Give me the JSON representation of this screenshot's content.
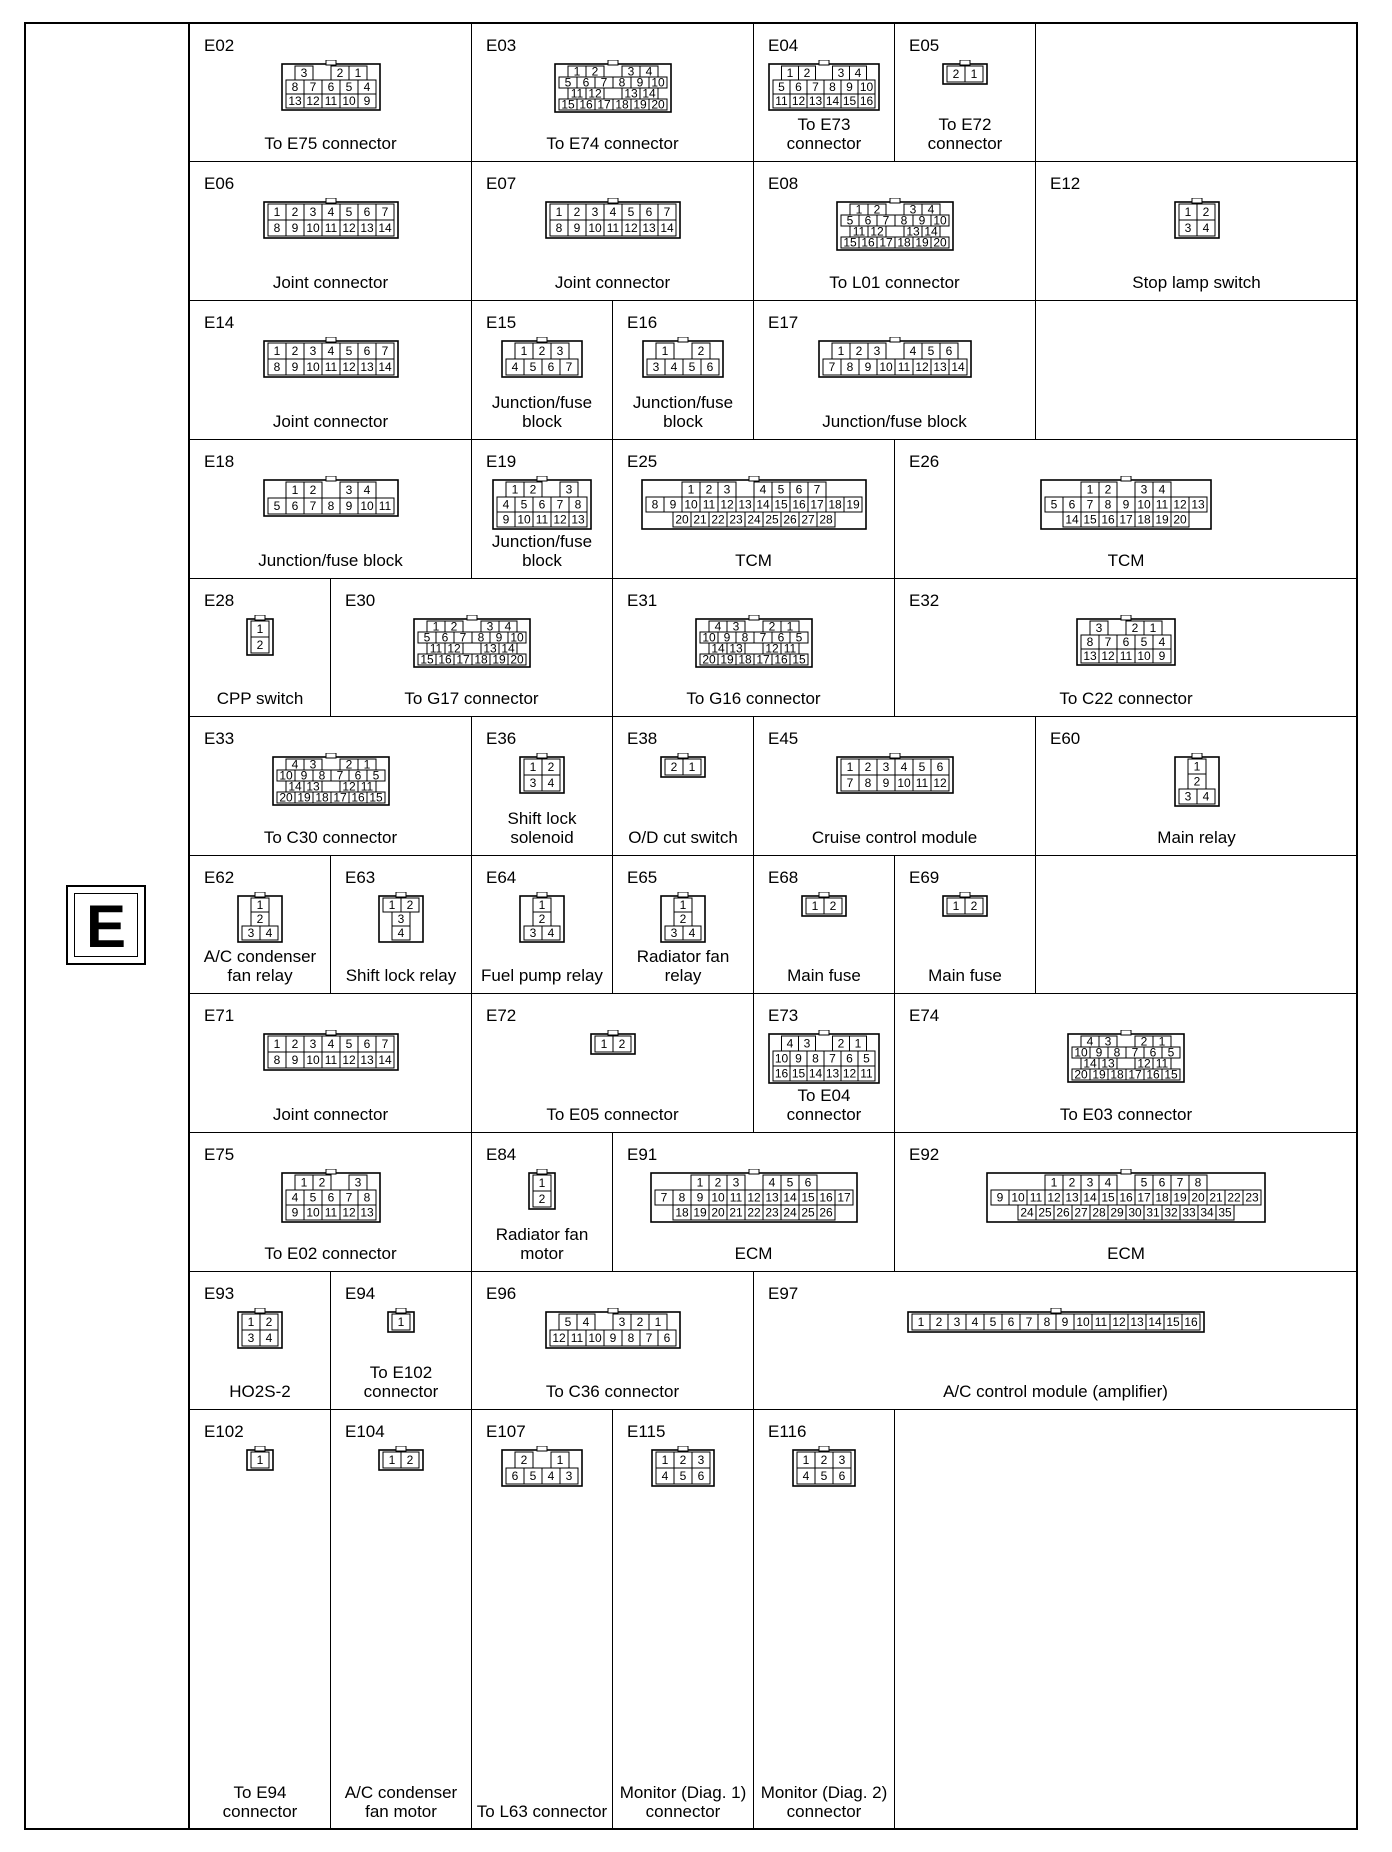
{
  "section": {
    "letter": "E"
  },
  "connectors": [
    {
      "code": "E02",
      "caption": "To E75 connector",
      "pins": [
        [
          "3",
          "",
          "2",
          "1"
        ],
        [
          "8",
          "7",
          "6",
          "5",
          "4"
        ],
        [
          "13",
          "12",
          "11",
          "10",
          "9"
        ]
      ]
    },
    {
      "code": "E03",
      "caption": "To E74 connector",
      "pins": [
        [
          "1",
          "2",
          "",
          "3",
          "4"
        ],
        [
          "5",
          "6",
          "7",
          "8",
          "9",
          "10"
        ],
        [
          "11",
          "12",
          "",
          "13",
          "14"
        ],
        [
          "15",
          "16",
          "17",
          "18",
          "19",
          "20"
        ]
      ]
    },
    {
      "code": "E04",
      "caption": "To E73 connector",
      "pins": [
        [
          "1",
          "2",
          "",
          "3",
          "4"
        ],
        [
          "5",
          "6",
          "7",
          "8",
          "9",
          "10"
        ],
        [
          "11",
          "12",
          "13",
          "14",
          "15",
          "16"
        ]
      ]
    },
    {
      "code": "E05",
      "caption": "To E72 connector",
      "pins": [
        [
          "2",
          "1"
        ]
      ]
    },
    {
      "code": "",
      "caption": "",
      "pins": []
    },
    {
      "code": "E06",
      "caption": "Joint connector",
      "pins": [
        [
          "1",
          "2",
          "3",
          "4",
          "5",
          "6",
          "7"
        ],
        [
          "8",
          "9",
          "10",
          "11",
          "12",
          "13",
          "14"
        ]
      ]
    },
    {
      "code": "E07",
      "caption": "Joint connector",
      "pins": [
        [
          "1",
          "2",
          "3",
          "4",
          "5",
          "6",
          "7"
        ],
        [
          "8",
          "9",
          "10",
          "11",
          "12",
          "13",
          "14"
        ]
      ]
    },
    {
      "code": "E08",
      "caption": "To L01 connector",
      "pins": [
        [
          "1",
          "2",
          "",
          "3",
          "4"
        ],
        [
          "5",
          "6",
          "7",
          "8",
          "9",
          "10"
        ],
        [
          "11",
          "12",
          "",
          "13",
          "14"
        ],
        [
          "15",
          "16",
          "17",
          "18",
          "19",
          "20"
        ]
      ]
    },
    {
      "code": "E12",
      "caption": "Stop lamp switch",
      "pins": [
        [
          "1",
          "2"
        ],
        [
          "3",
          "4"
        ]
      ]
    },
    {
      "code": "E14",
      "caption": "Joint connector",
      "pins": [
        [
          "1",
          "2",
          "3",
          "4",
          "5",
          "6",
          "7"
        ],
        [
          "8",
          "9",
          "10",
          "11",
          "12",
          "13",
          "14"
        ]
      ]
    },
    {
      "code": "E15",
      "caption": "Junction/fuse block",
      "pins": [
        [
          "1",
          "2",
          "3"
        ],
        [
          "4",
          "5",
          "6",
          "7"
        ]
      ]
    },
    {
      "code": "E16",
      "caption": "Junction/fuse block",
      "pins": [
        [
          "1",
          "",
          "2"
        ],
        [
          "3",
          "4",
          "5",
          "6"
        ]
      ]
    },
    {
      "code": "E17",
      "caption": "Junction/fuse block",
      "pins": [
        [
          "1",
          "2",
          "3",
          "",
          "4",
          "5",
          "6"
        ],
        [
          "7",
          "8",
          "9",
          "10",
          "11",
          "12",
          "13",
          "14"
        ]
      ]
    },
    {
      "code": "",
      "caption": "",
      "pins": []
    },
    {
      "code": "E18",
      "caption": "Junction/fuse block",
      "pins": [
        [
          "1",
          "2",
          "",
          "3",
          "4"
        ],
        [
          "5",
          "6",
          "7",
          "8",
          "9",
          "10",
          "11"
        ]
      ]
    },
    {
      "code": "E19",
      "caption": "Junction/fuse block",
      "pins": [
        [
          "1",
          "2",
          "",
          "3"
        ],
        [
          "4",
          "5",
          "6",
          "7",
          "8"
        ],
        [
          "9",
          "10",
          "11",
          "12",
          "13"
        ]
      ]
    },
    {
      "code": "E25",
      "caption": "TCM",
      "pins": [
        [
          "1",
          "2",
          "3",
          "",
          "4",
          "5",
          "6",
          "7"
        ],
        [
          "8",
          "9",
          "10",
          "11",
          "12",
          "13",
          "14",
          "15",
          "16",
          "17",
          "18",
          "19"
        ],
        [
          "20",
          "21",
          "22",
          "23",
          "24",
          "25",
          "26",
          "27",
          "28"
        ]
      ]
    },
    {
      "code": "E26",
      "caption": "TCM",
      "pins": [
        [
          "1",
          "2",
          "",
          "3",
          "4"
        ],
        [
          "5",
          "6",
          "7",
          "8",
          "9",
          "10",
          "11",
          "12",
          "13"
        ],
        [
          "14",
          "15",
          "16",
          "17",
          "18",
          "19",
          "20"
        ]
      ]
    },
    {
      "code": "E28",
      "caption": "CPP switch",
      "pins": [
        [
          "1"
        ],
        [
          "2"
        ]
      ]
    },
    {
      "code": "E30",
      "caption": "To G17 connector",
      "pins": [
        [
          "1",
          "2",
          "",
          "3",
          "4"
        ],
        [
          "5",
          "6",
          "7",
          "8",
          "9",
          "10"
        ],
        [
          "11",
          "12",
          "",
          "13",
          "14"
        ],
        [
          "15",
          "16",
          "17",
          "18",
          "19",
          "20"
        ]
      ]
    },
    {
      "code": "E31",
      "caption": "To G16 connector",
      "pins": [
        [
          "4",
          "3",
          "",
          "2",
          "1"
        ],
        [
          "10",
          "9",
          "8",
          "7",
          "6",
          "5"
        ],
        [
          "14",
          "13",
          "",
          "12",
          "11"
        ],
        [
          "20",
          "19",
          "18",
          "17",
          "16",
          "15"
        ]
      ]
    },
    {
      "code": "E32",
      "caption": "To C22 connector",
      "pins": [
        [
          "3",
          "",
          "2",
          "1"
        ],
        [
          "8",
          "7",
          "6",
          "5",
          "4"
        ],
        [
          "13",
          "12",
          "11",
          "10",
          "9"
        ]
      ]
    },
    {
      "code": "E33",
      "caption": "To C30 connector",
      "pins": [
        [
          "4",
          "3",
          "",
          "2",
          "1"
        ],
        [
          "10",
          "9",
          "8",
          "7",
          "6",
          "5"
        ],
        [
          "14",
          "13",
          "",
          "12",
          "11"
        ],
        [
          "20",
          "19",
          "18",
          "17",
          "16",
          "15"
        ]
      ]
    },
    {
      "code": "E36",
      "caption": "Shift lock solenoid",
      "pins": [
        [
          "1",
          "2"
        ],
        [
          "3",
          "4"
        ]
      ]
    },
    {
      "code": "E38",
      "caption": "O/D cut switch",
      "pins": [
        [
          "2",
          "1"
        ]
      ]
    },
    {
      "code": "E45",
      "caption": "Cruise control module",
      "pins": [
        [
          "1",
          "2",
          "3",
          "4",
          "5",
          "6"
        ],
        [
          "7",
          "8",
          "9",
          "10",
          "11",
          "12"
        ]
      ]
    },
    {
      "code": "E60",
      "caption": "Main relay",
      "pins": [
        [
          "1"
        ],
        [
          "2"
        ],
        [
          "3",
          "4"
        ]
      ]
    },
    {
      "code": "E62",
      "caption": "A/C condenser fan relay",
      "pins": [
        [
          "1"
        ],
        [
          "2"
        ],
        [
          "3",
          "4"
        ]
      ]
    },
    {
      "code": "E63",
      "caption": "Shift lock relay",
      "pins": [
        [
          "1",
          "2"
        ],
        [
          "3"
        ],
        [
          "4"
        ]
      ]
    },
    {
      "code": "E64",
      "caption": "Fuel pump relay",
      "pins": [
        [
          "1"
        ],
        [
          "2"
        ],
        [
          "3",
          "4"
        ]
      ]
    },
    {
      "code": "E65",
      "caption": "Radiator fan relay",
      "pins": [
        [
          "1"
        ],
        [
          "2"
        ],
        [
          "3",
          "4"
        ]
      ]
    },
    {
      "code": "E68",
      "caption": "Main fuse",
      "pins": [
        [
          "1",
          "2"
        ]
      ]
    },
    {
      "code": "E69",
      "caption": "Main fuse",
      "pins": [
        [
          "1",
          "2"
        ]
      ]
    },
    {
      "code": "",
      "caption": "",
      "pins": []
    },
    {
      "code": "E71",
      "caption": "Joint connector",
      "pins": [
        [
          "1",
          "2",
          "3",
          "4",
          "5",
          "6",
          "7"
        ],
        [
          "8",
          "9",
          "10",
          "11",
          "12",
          "13",
          "14"
        ]
      ]
    },
    {
      "code": "E72",
      "caption": "To E05 connector",
      "pins": [
        [
          "1",
          "2"
        ]
      ]
    },
    {
      "code": "E73",
      "caption": "To E04 connector",
      "pins": [
        [
          "4",
          "3",
          "",
          "2",
          "1"
        ],
        [
          "10",
          "9",
          "8",
          "7",
          "6",
          "5"
        ],
        [
          "16",
          "15",
          "14",
          "13",
          "12",
          "11"
        ]
      ]
    },
    {
      "code": "E74",
      "caption": "To E03 connector",
      "pins": [
        [
          "4",
          "3",
          "",
          "2",
          "1"
        ],
        [
          "10",
          "9",
          "8",
          "7",
          "6",
          "5"
        ],
        [
          "14",
          "13",
          "",
          "12",
          "11"
        ],
        [
          "20",
          "19",
          "18",
          "17",
          "16",
          "15"
        ]
      ]
    },
    {
      "code": "E75",
      "caption": "To E02 connector",
      "pins": [
        [
          "1",
          "2",
          "",
          "3"
        ],
        [
          "4",
          "5",
          "6",
          "7",
          "8"
        ],
        [
          "9",
          "10",
          "11",
          "12",
          "13"
        ]
      ]
    },
    {
      "code": "E84",
      "caption": "Radiator fan motor",
      "pins": [
        [
          "1"
        ],
        [
          "2"
        ]
      ]
    },
    {
      "code": "E91",
      "caption": "ECM",
      "pins": [
        [
          "1",
          "2",
          "3",
          "",
          "4",
          "5",
          "6"
        ],
        [
          "7",
          "8",
          "9",
          "10",
          "11",
          "12",
          "13",
          "14",
          "15",
          "16",
          "17"
        ],
        [
          "18",
          "19",
          "20",
          "21",
          "22",
          "23",
          "24",
          "25",
          "26"
        ]
      ]
    },
    {
      "code": "E92",
      "caption": "ECM",
      "pins": [
        [
          "1",
          "2",
          "3",
          "4",
          "",
          "5",
          "6",
          "7",
          "8"
        ],
        [
          "9",
          "10",
          "11",
          "12",
          "13",
          "14",
          "15",
          "16",
          "17",
          "18",
          "19",
          "20",
          "21",
          "22",
          "23"
        ],
        [
          "24",
          "25",
          "26",
          "27",
          "28",
          "29",
          "30",
          "31",
          "32",
          "33",
          "34",
          "35"
        ]
      ]
    },
    {
      "code": "E93",
      "caption": "HO2S-2",
      "pins": [
        [
          "1",
          "2"
        ],
        [
          "3",
          "4"
        ]
      ]
    },
    {
      "code": "E94",
      "caption": "To E102 connector",
      "pins": [
        [
          "1"
        ]
      ]
    },
    {
      "code": "E96",
      "caption": "To C36 connector",
      "pins": [
        [
          "5",
          "4",
          "",
          "3",
          "2",
          "1"
        ],
        [
          "12",
          "11",
          "10",
          "9",
          "8",
          "7",
          "6"
        ]
      ]
    },
    {
      "code": "E97",
      "caption": "A/C control module (amplifier)",
      "pins": [
        [
          "1",
          "2",
          "3",
          "4",
          "5",
          "6",
          "7",
          "8",
          "9",
          "10",
          "11",
          "12",
          "13",
          "14",
          "15",
          "16"
        ]
      ]
    },
    {
      "code": "E102",
      "caption": "To E94 connector",
      "pins": [
        [
          "1"
        ]
      ]
    },
    {
      "code": "E104",
      "caption": "A/C condenser fan motor",
      "pins": [
        [
          "1",
          "2"
        ]
      ]
    },
    {
      "code": "E107",
      "caption": "To L63 connector",
      "pins": [
        [
          "2",
          "",
          "1"
        ],
        [
          "6",
          "5",
          "4",
          "3"
        ]
      ]
    },
    {
      "code": "E115",
      "caption": "Monitor (Diag. 1) connector",
      "pins": [
        [
          "1",
          "2",
          "3"
        ],
        [
          "4",
          "5",
          "6"
        ]
      ]
    },
    {
      "code": "E116",
      "caption": "Monitor (Diag. 2) connector",
      "pins": [
        [
          "1",
          "2",
          "3"
        ],
        [
          "4",
          "5",
          "6"
        ]
      ]
    },
    {
      "code": "",
      "caption": "",
      "pins": []
    }
  ]
}
